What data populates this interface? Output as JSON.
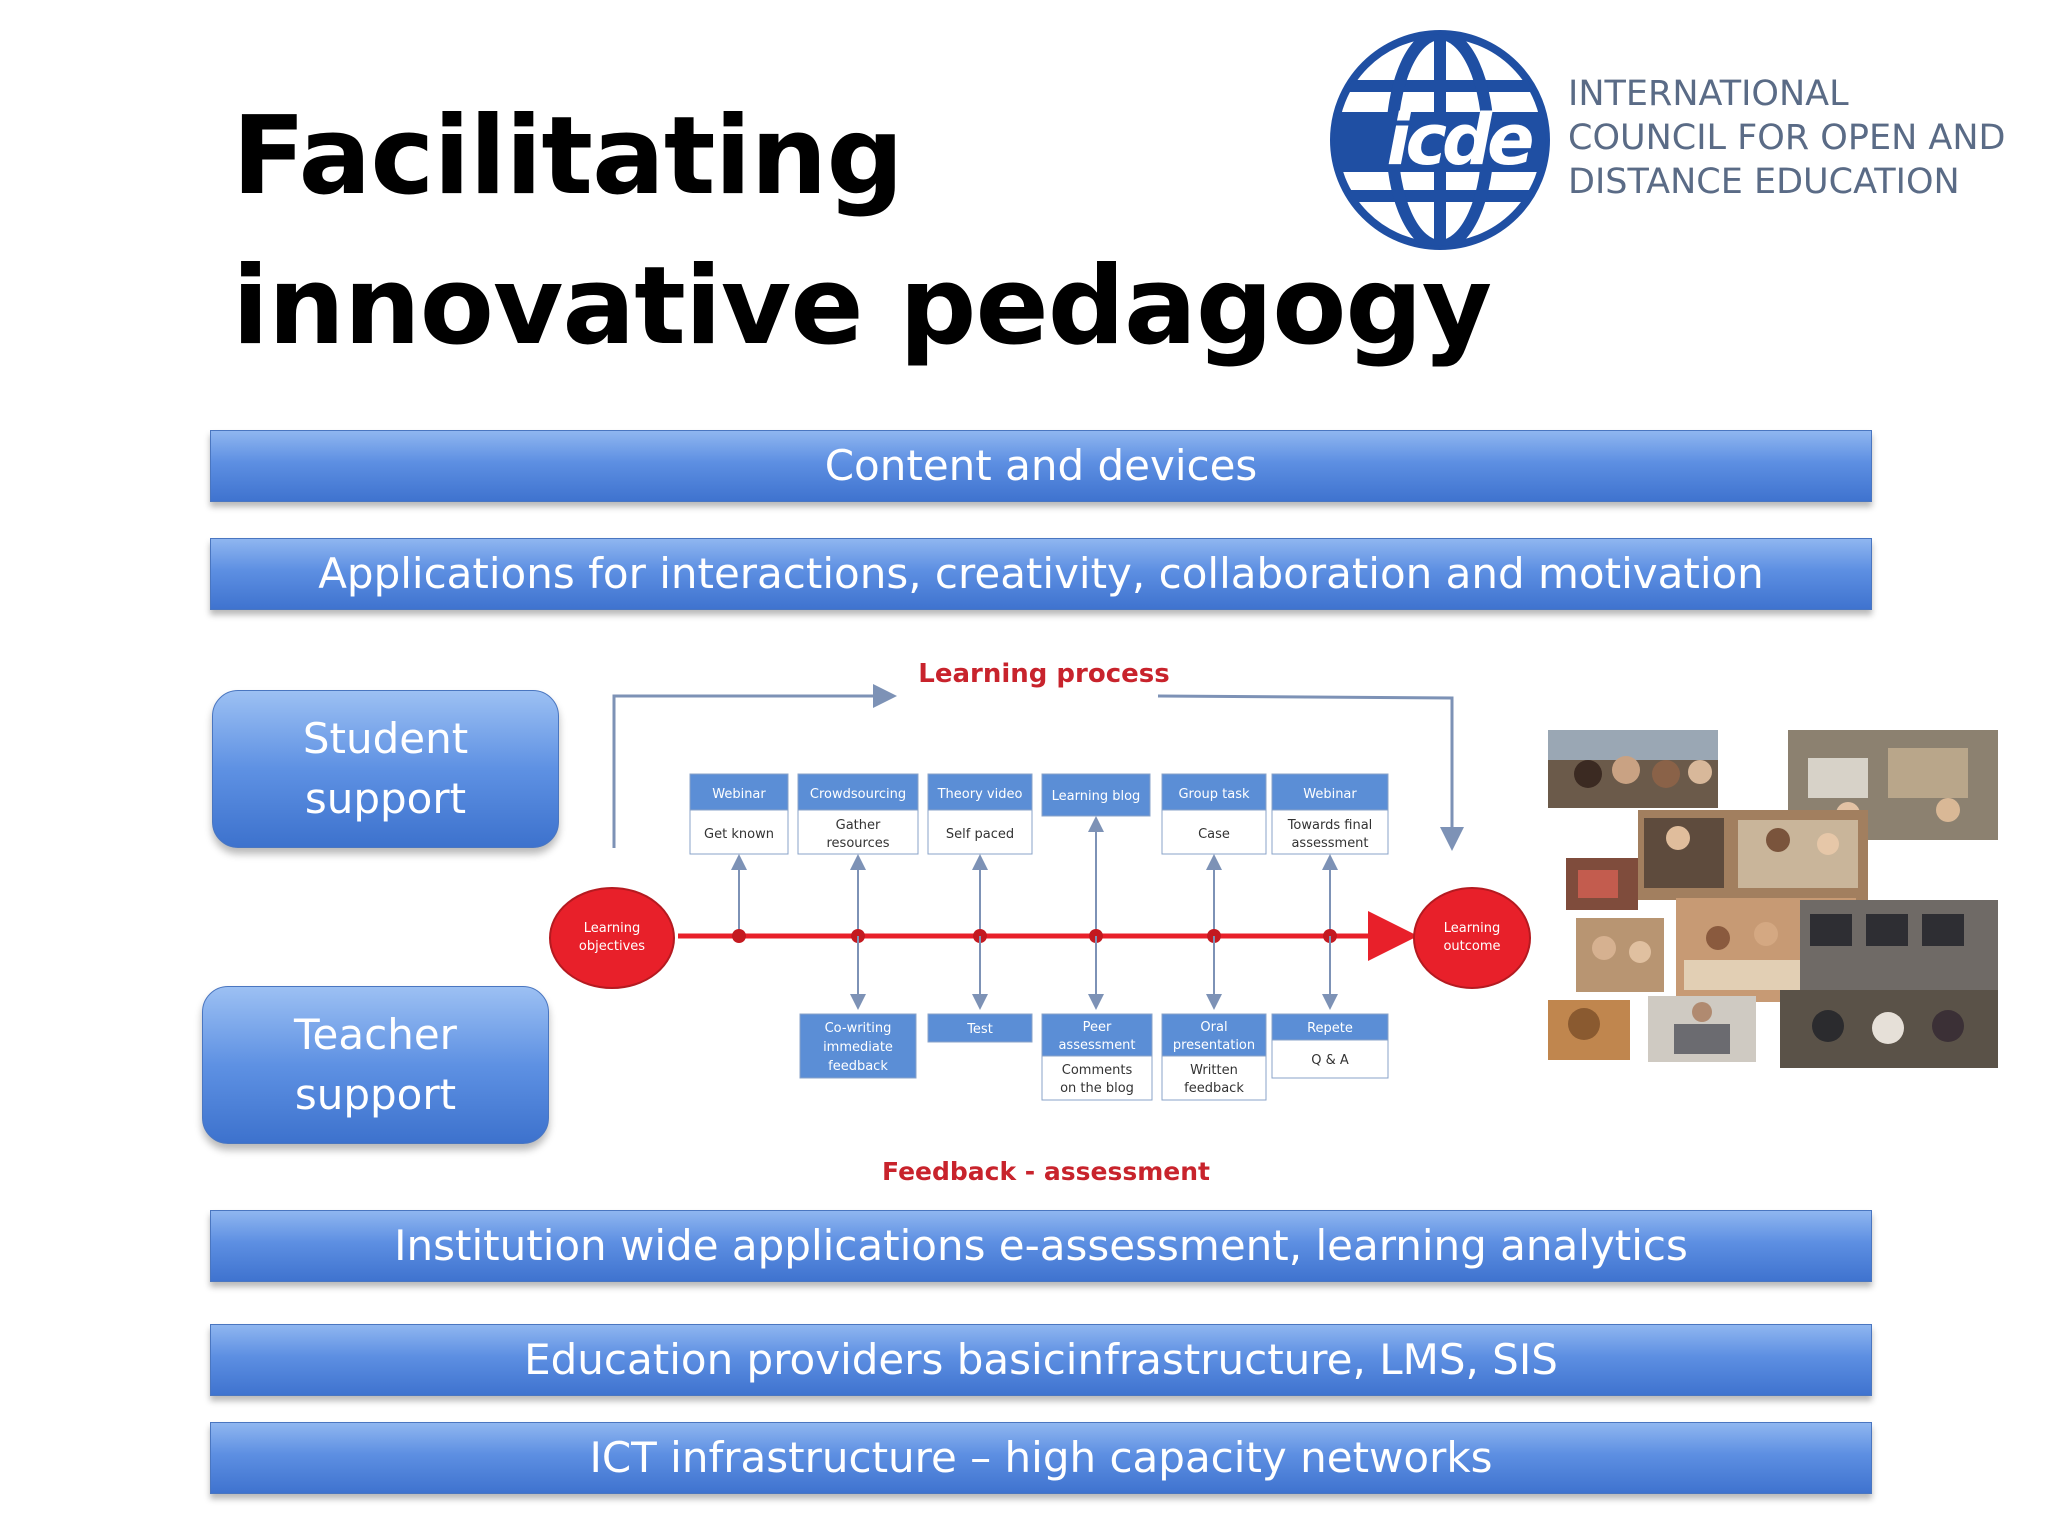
{
  "title": {
    "line1": "Facilitating",
    "line2": "innovative pedagogy"
  },
  "logo": {
    "wordmark": "icde",
    "line1": "INTERNATIONAL",
    "line2": "COUNCIL FOR OPEN AND",
    "line3": "DISTANCE EDUCATION"
  },
  "layers": {
    "content_devices": "Content and devices",
    "applications": "Applications for interactions, creativity, collaboration  and motivation",
    "institution": "Institution wide applications e-assessment, learning analytics",
    "providers": "Education providers basicinfrastructure, LMS, SIS",
    "ict": "ICT infrastructure – high capacity networks"
  },
  "side": {
    "student_line1": "Student",
    "student_line2": "support",
    "teacher_line1": "Teacher",
    "teacher_line2": "support"
  },
  "diagram": {
    "top_label": "Learning process",
    "bottom_label": "Feedback - assessment",
    "start_line1": "Learning",
    "start_line2": "objectives",
    "end_line1": "Learning",
    "end_line2": "outcome",
    "top_boxes": [
      {
        "head": "Webinar",
        "body1": "Get known",
        "body2": ""
      },
      {
        "head": "Crowdsourcing",
        "body1": "Gather",
        "body2": "resources"
      },
      {
        "head": "Theory video",
        "body1": "Self paced",
        "body2": ""
      },
      {
        "head": "Learning blog",
        "body1": "",
        "body2": ""
      },
      {
        "head": "Group task",
        "body1": "Case",
        "body2": ""
      },
      {
        "head": "Webinar",
        "body1": "Towards final",
        "body2": "assessment"
      }
    ],
    "bottom_boxes": [
      {
        "head1": "Co-writing",
        "head2": "immediate",
        "head3": "feedback",
        "body1": "",
        "body2": ""
      },
      {
        "head1": "Test",
        "head2": "",
        "head3": "",
        "body1": "",
        "body2": ""
      },
      {
        "head1": "Peer",
        "head2": "assessment",
        "head3": "",
        "body1": "Comments",
        "body2": "on the blog"
      },
      {
        "head1": "Oral",
        "head2": "presentation",
        "head3": "",
        "body1": "Written",
        "body2": "feedback"
      },
      {
        "head1": "Repete",
        "head2": "",
        "head3": "",
        "body1": "Q & A",
        "body2": ""
      }
    ]
  },
  "colors": {
    "bar_blue": "#5d8fe2",
    "flow_red": "#e8202a",
    "diagram_box": "#5b8ed6",
    "logo_blue": "#1f4fa3",
    "logo_text": "#5a6b86"
  }
}
